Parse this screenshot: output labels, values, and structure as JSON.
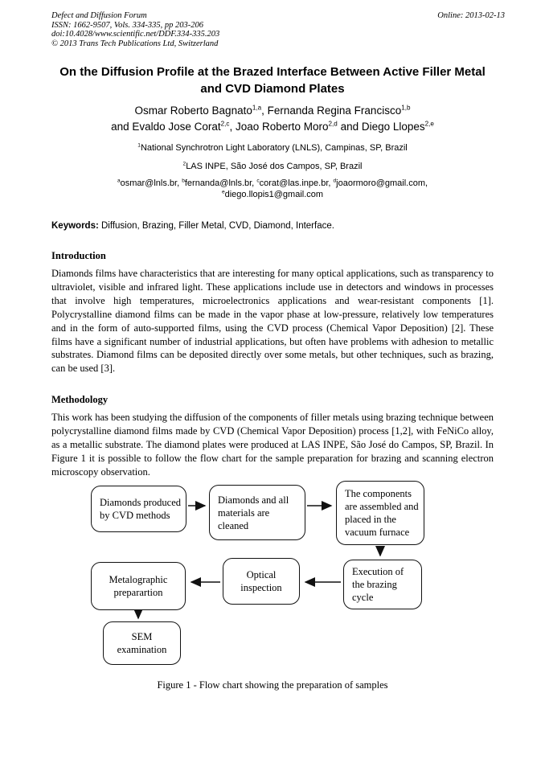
{
  "colors": {
    "text": "#000000",
    "background": "#ffffff",
    "box_border": "#111111"
  },
  "header": {
    "left_lines": [
      "Defect and Diffusion Forum",
      "ISSN: 1662-9507, Vols. 334-335, pp 203-206",
      "doi:10.4028/www.scientific.net/DDF.334-335.203",
      "© 2013 Trans Tech Publications Ltd, Switzerland"
    ],
    "online_date": "Online: 2013-02-13"
  },
  "title": "On the Diffusion Profile at the Brazed Interface Between Active Filler Metal and CVD Diamond Plates",
  "authors": {
    "line1": [
      {
        "t": "Osmar Roberto Bagnato"
      },
      {
        "sup": "1,a"
      },
      {
        "t": ", Fernanda Regina Francisco"
      },
      {
        "sup": "1,b"
      }
    ],
    "line2": [
      {
        "t": "and Evaldo Jose Corat"
      },
      {
        "sup": "2,c"
      },
      {
        "t": ", Joao Roberto Moro"
      },
      {
        "sup": "2,d"
      },
      {
        "t": " and Diego Llopes"
      },
      {
        "sup": "2,e"
      }
    ]
  },
  "affiliations": {
    "affil1": [
      {
        "sup": "1"
      },
      {
        "t": "National Synchrotron Light Laboratory (LNLS), Campinas, SP, Brazil"
      }
    ],
    "affil2": [
      {
        "sup": "2"
      },
      {
        "t": "LAS INPE, São José dos Campos, SP, Brazil"
      }
    ]
  },
  "emails": {
    "line1": [
      {
        "sup": "a"
      },
      {
        "t": "osmar@lnls.br, "
      },
      {
        "sup": "b"
      },
      {
        "t": "fernanda@lnls.br, "
      },
      {
        "sup": "c"
      },
      {
        "t": "corat@las.inpe.br, "
      },
      {
        "sup": "d"
      },
      {
        "t": "joaormoro@gmail.com,"
      }
    ],
    "line2": [
      {
        "sup": "e"
      },
      {
        "t": "diego.llopis1@gmail.com"
      }
    ]
  },
  "keywords": {
    "label": "Keywords:",
    "text": " Diffusion, Brazing, Filler Metal, CVD, Diamond, Interface."
  },
  "sections": [
    {
      "heading": "Introduction",
      "body": "Diamonds films have characteristics that are interesting for many optical applications, such as transparency to ultraviolet, visible and infrared light. These applications include use in detectors and windows in processes that involve high temperatures, microelectronics applications and wear-resistant components [1]. Polycrystalline diamond films can be made in the vapor phase at low-pressure, relatively low temperatures and in the form of auto-supported films, using the CVD process (Chemical Vapor Deposition) [2]. These films have a significant number of industrial applications, but often have problems with adhesion to metallic substrates. Diamond films can be deposited directly over some metals, but other techniques, such as brazing, can be used [3]."
    },
    {
      "heading": "Methodology",
      "body": "This work has been studying the diffusion of the components of filler metals using brazing technique between polycrystalline diamond films made by CVD (Chemical Vapor Deposition) process [1,2], with FeNiCo alloy, as a metallic substrate. The diamond plates were produced at LAS INPE, São José do Campos, SP, Brazil. In Figure 1 it is possible to follow the flow chart for the sample preparation for brazing and scanning electron microscopy observation."
    }
  ],
  "figure": {
    "boxes": [
      "Diamonds produced by CVD methods",
      "Diamonds and all materials are cleaned",
      "The components are assembled and placed in the vacuum furnace",
      "Metalographic preparartion",
      "Optical inspection",
      "Execution of the brazing cycle",
      "SEM examination"
    ],
    "caption": "Figure 1 - Flow chart showing the preparation of samples"
  }
}
